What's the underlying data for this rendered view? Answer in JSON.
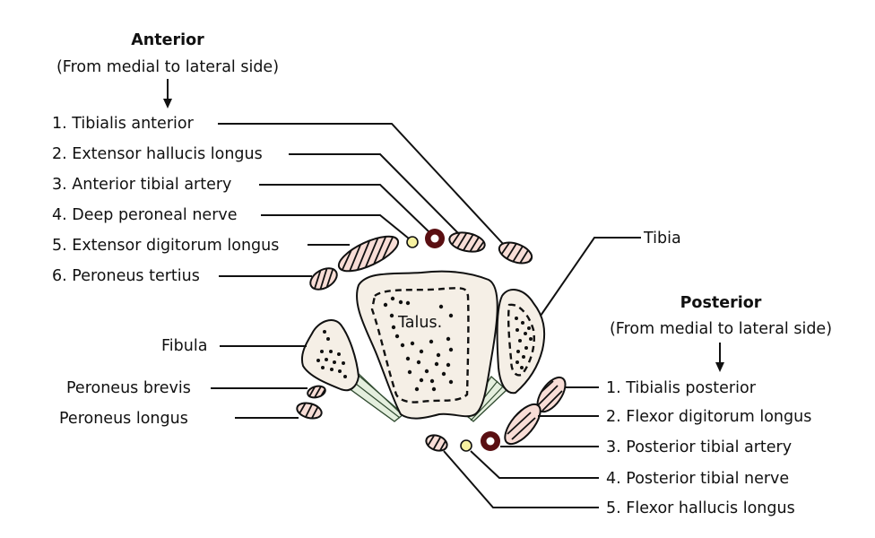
{
  "anterior": {
    "title": "Anterior",
    "subtitle": "(From medial to lateral side)",
    "items": [
      "1. Tibialis anterior",
      "2. Extensor hallucis longus",
      "3. Anterior tibial artery",
      "4. Deep peroneal nerve",
      "5. Extensor digitorum longus",
      "6. Peroneus tertius"
    ]
  },
  "posterior": {
    "title": "Posterior",
    "subtitle": "(From medial to lateral side)",
    "items": [
      "1. Tibialis posterior",
      "2. Flexor digitorum longus",
      "3. Posterior tibial artery",
      "4. Posterior tibial nerve",
      "5. Flexor hallucis longus"
    ]
  },
  "bones": {
    "talus": "Talus.",
    "tibia": "Tibia",
    "fibula": "Fibula"
  },
  "lateral": {
    "items": [
      "Peroneus brevis",
      "Peroneus longus"
    ]
  },
  "colors": {
    "muscle": "#f8ddd6",
    "bone": "#f5efe6",
    "artery": "#5a0f12",
    "nerve": "#f6f1a0",
    "ligament": "#e4efde"
  }
}
